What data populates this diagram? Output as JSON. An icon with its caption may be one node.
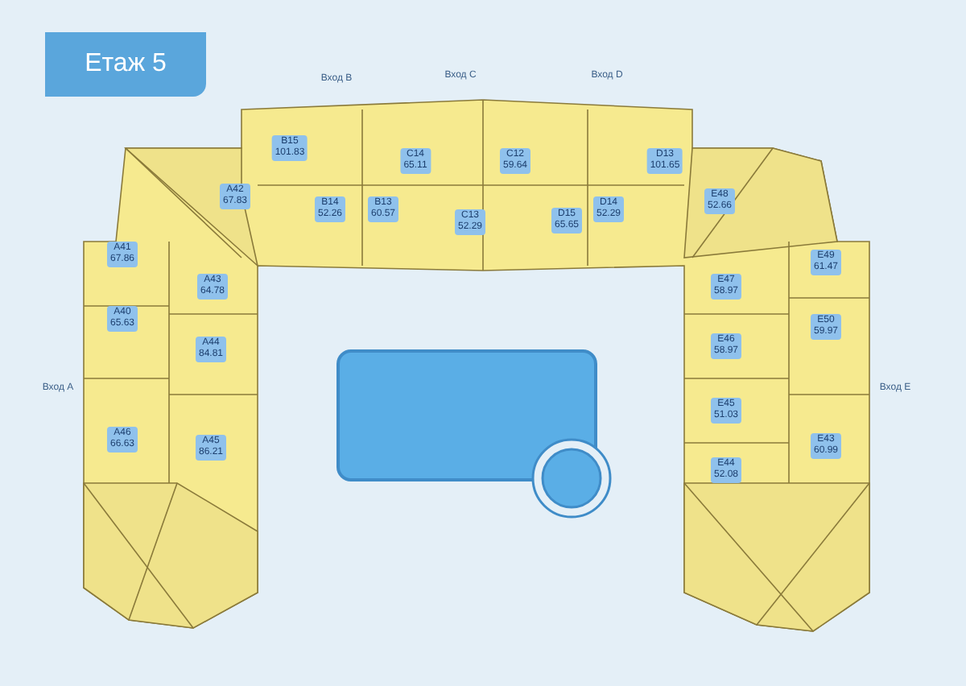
{
  "diagram": {
    "title": "Етаж 5",
    "nodes": [
      {
        "text": [
          "B15",
          "101.83"
        ]
      },
      {
        "text": [
          "C14",
          "65.11"
        ]
      },
      {
        "text": [
          "C12",
          "59.64"
        ]
      },
      {
        "text": [
          "D13",
          "101.65"
        ]
      },
      {
        "text": [
          "A42",
          "67.83"
        ]
      },
      {
        "text": [
          "B14",
          "52.26"
        ]
      },
      {
        "text": [
          "B13",
          "60.57"
        ]
      },
      {
        "text": [
          "C13",
          "52.29"
        ]
      },
      {
        "text": [
          "D15",
          "65.65"
        ]
      },
      {
        "text": [
          "D14",
          "52.29"
        ]
      },
      {
        "text": [
          "E48",
          "52.66"
        ]
      },
      {
        "text": [
          "A41",
          "67.86"
        ]
      },
      {
        "text": [
          "E49",
          "61.47"
        ]
      },
      {
        "text": [
          "A43",
          "64.78"
        ]
      },
      {
        "text": [
          "E47",
          "58.97"
        ]
      },
      {
        "text": [
          "A40",
          "65.63"
        ]
      },
      {
        "text": [
          "E50",
          "59.97"
        ]
      },
      {
        "text": [
          "A44",
          "84.81"
        ]
      },
      {
        "text": [
          "E46",
          "58.97"
        ]
      },
      {
        "text": [
          "E45",
          "51.03"
        ]
      },
      {
        "text": [
          "A46",
          "66.63"
        ]
      },
      {
        "text": [
          "A45",
          "86.21"
        ]
      },
      {
        "text": [
          "E43",
          "60.99"
        ]
      },
      {
        "text": [
          "E44",
          "52.08"
        ]
      }
    ],
    "labels": [
      "Вход B",
      "Вход C",
      "Вход D",
      "Вход A",
      "Вход E"
    ]
  }
}
